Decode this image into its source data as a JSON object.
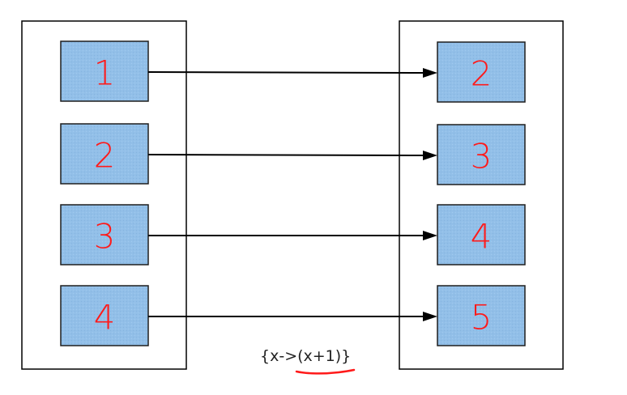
{
  "diagram": {
    "left_set": [
      "1",
      "2",
      "3",
      "4"
    ],
    "right_set": [
      "2",
      "3",
      "4",
      "5"
    ],
    "mapping": [
      [
        0,
        0
      ],
      [
        1,
        1
      ],
      [
        2,
        2
      ],
      [
        3,
        3
      ]
    ],
    "function_label": "{x->(x+1)}",
    "colors": {
      "cell_fill": "#92bfe8",
      "handwriting": "#ff1a1a",
      "outline": "#000000"
    }
  }
}
